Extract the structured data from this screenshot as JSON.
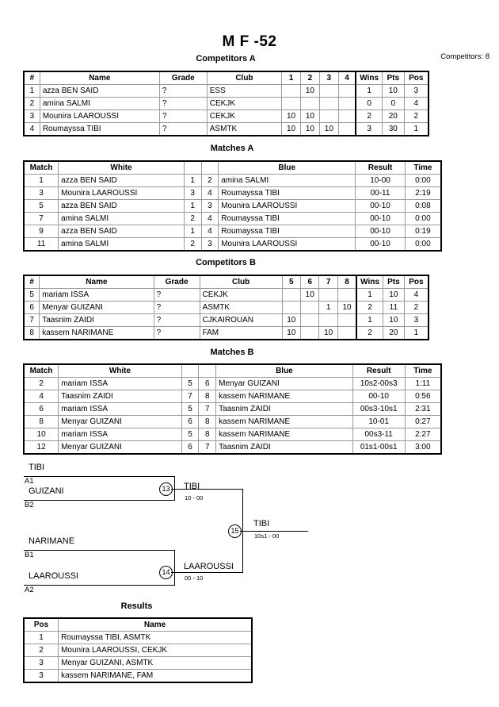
{
  "header": {
    "title": "M F -52",
    "competitors_label": "Competitors: 8"
  },
  "sections": {
    "competitors_a": "Competitors A",
    "matches_a": "Matches A",
    "competitors_b": "Competitors B",
    "matches_b": "Matches B",
    "results": "Results"
  },
  "competitors_table": {
    "headers": {
      "num": "#",
      "name": "Name",
      "grade": "Grade",
      "club": "Club",
      "wins": "Wins",
      "pts": "Pts",
      "pos": "Pos"
    }
  },
  "matches_table": {
    "headers": {
      "match": "Match",
      "white": "White",
      "blue": "Blue",
      "result": "Result",
      "time": "Time"
    }
  },
  "results_table": {
    "headers": {
      "pos": "Pos",
      "name": "Name"
    }
  },
  "pool_a": {
    "score_headers": [
      "1",
      "2",
      "3",
      "4"
    ],
    "rows": [
      {
        "num": "1",
        "name": "azza BEN SAID",
        "grade": "?",
        "club": "ESS",
        "scores": [
          "",
          "10",
          "",
          ""
        ],
        "wins": "1",
        "pts": "10",
        "pos": "3"
      },
      {
        "num": "2",
        "name": "amina SALMI",
        "grade": "?",
        "club": "CEKJK",
        "scores": [
          "",
          "",
          "",
          ""
        ],
        "wins": "0",
        "pts": "0",
        "pos": "4"
      },
      {
        "num": "3",
        "name": "Mounira LAAROUSSI",
        "grade": "?",
        "club": "CEKJK",
        "scores": [
          "10",
          "10",
          "",
          ""
        ],
        "wins": "2",
        "pts": "20",
        "pos": "2"
      },
      {
        "num": "4",
        "name": "Roumayssa TIBI",
        "grade": "?",
        "club": "ASMTK",
        "scores": [
          "10",
          "10",
          "10",
          ""
        ],
        "wins": "3",
        "pts": "30",
        "pos": "1"
      }
    ]
  },
  "matches_a": {
    "rows": [
      {
        "match": "1",
        "white": "azza BEN SAID",
        "w": "1",
        "b": "2",
        "blue": "amina SALMI",
        "result": "10-00",
        "time": "0:00"
      },
      {
        "match": "3",
        "white": "Mounira LAAROUSSI",
        "w": "3",
        "b": "4",
        "blue": "Roumayssa TIBI",
        "result": "00-11",
        "time": "2:19"
      },
      {
        "match": "5",
        "white": "azza BEN SAID",
        "w": "1",
        "b": "3",
        "blue": "Mounira LAAROUSSI",
        "result": "00-10",
        "time": "0:08"
      },
      {
        "match": "7",
        "white": "amina SALMI",
        "w": "2",
        "b": "4",
        "blue": "Roumayssa TIBI",
        "result": "00-10",
        "time": "0:00"
      },
      {
        "match": "9",
        "white": "azza BEN SAID",
        "w": "1",
        "b": "4",
        "blue": "Roumayssa TIBI",
        "result": "00-10",
        "time": "0:19"
      },
      {
        "match": "11",
        "white": "amina SALMI",
        "w": "2",
        "b": "3",
        "blue": "Mounira LAAROUSSI",
        "result": "00-10",
        "time": "0:00"
      }
    ]
  },
  "pool_b": {
    "score_headers": [
      "5",
      "6",
      "7",
      "8"
    ],
    "rows": [
      {
        "num": "5",
        "name": "mariam ISSA",
        "grade": "?",
        "club": "CEKJK",
        "scores": [
          "",
          "10",
          "",
          ""
        ],
        "wins": "1",
        "pts": "10",
        "pos": "4"
      },
      {
        "num": "6",
        "name": "Menyar GUIZANI",
        "grade": "?",
        "club": "ASMTK",
        "scores": [
          "",
          "",
          "1",
          "10"
        ],
        "wins": "2",
        "pts": "11",
        "pos": "2"
      },
      {
        "num": "7",
        "name": "Taasnim ZAIDI",
        "grade": "?",
        "club": "CJKAIROUAN",
        "scores": [
          "10",
          "",
          "",
          ""
        ],
        "wins": "1",
        "pts": "10",
        "pos": "3"
      },
      {
        "num": "8",
        "name": "kassem NARIMANE",
        "grade": "?",
        "club": "FAM",
        "scores": [
          "10",
          "",
          "10",
          ""
        ],
        "wins": "2",
        "pts": "20",
        "pos": "1"
      }
    ]
  },
  "matches_b": {
    "rows": [
      {
        "match": "2",
        "white": "mariam ISSA",
        "w": "5",
        "b": "6",
        "blue": "Menyar GUIZANI",
        "result": "10s2-00s3",
        "time": "1:11"
      },
      {
        "match": "4",
        "white": "Taasnim ZAIDI",
        "w": "7",
        "b": "8",
        "blue": "kassem NARIMANE",
        "result": "00-10",
        "time": "0:56"
      },
      {
        "match": "6",
        "white": "mariam ISSA",
        "w": "5",
        "b": "7",
        "blue": "Taasnim ZAIDI",
        "result": "00s3-10s1",
        "time": "2:31"
      },
      {
        "match": "8",
        "white": "Menyar GUIZANI",
        "w": "6",
        "b": "8",
        "blue": "kassem NARIMANE",
        "result": "10-01",
        "time": "0:27"
      },
      {
        "match": "10",
        "white": "mariam ISSA",
        "w": "5",
        "b": "8",
        "blue": "kassem NARIMANE",
        "result": "00s3-11",
        "time": "2:27"
      },
      {
        "match": "12",
        "white": "Menyar GUIZANI",
        "w": "6",
        "b": "7",
        "blue": "Taasnim ZAIDI",
        "result": "01s1-00s1",
        "time": "3:00"
      }
    ]
  },
  "bracket": {
    "entrants": [
      {
        "name": "TIBI",
        "seed": "A1"
      },
      {
        "name": "GUIZANI",
        "seed": "B2"
      },
      {
        "name": "NARIMANE",
        "seed": "B1"
      },
      {
        "name": "LAAROUSSI",
        "seed": "A2"
      }
    ],
    "nodes": [
      {
        "number": "13",
        "winner": "TIBI",
        "score": "10 - 00"
      },
      {
        "number": "14",
        "winner": "LAAROUSSI",
        "score": "00 - 10"
      },
      {
        "number": "15",
        "winner": "TIBI",
        "score": "10s1 - 00"
      }
    ]
  },
  "results": {
    "rows": [
      {
        "pos": "1",
        "name": "Roumayssa TIBI, ASMTK"
      },
      {
        "pos": "2",
        "name": "Mounira LAAROUSSI, CEKJK"
      },
      {
        "pos": "3",
        "name": "Menyar GUIZANI, ASMTK"
      },
      {
        "pos": "3",
        "name": "kassem NARIMANE, FAM"
      }
    ]
  }
}
